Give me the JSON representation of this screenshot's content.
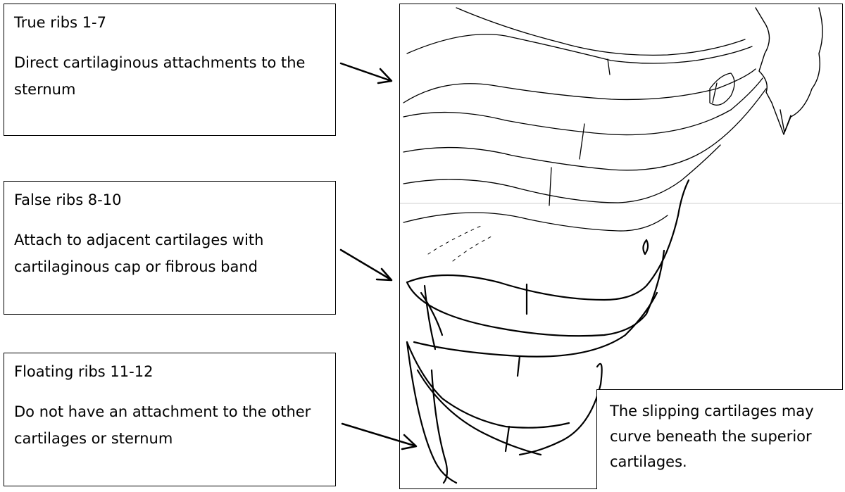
{
  "labels": {
    "true_ribs": {
      "title": "True ribs 1-7",
      "description": "Direct cartilaginous attachments to the sternum"
    },
    "false_ribs": {
      "title": "False ribs 8-10",
      "description": "Attach to adjacent cartilages with cartilaginous cap or fibrous band"
    },
    "floating_ribs": {
      "title": "Floating ribs 11-12",
      "description": "Do not have an attachment to the other cartilages or sternum"
    }
  },
  "note": "The slipping cartilages may curve beneath the superior cartilages."
}
